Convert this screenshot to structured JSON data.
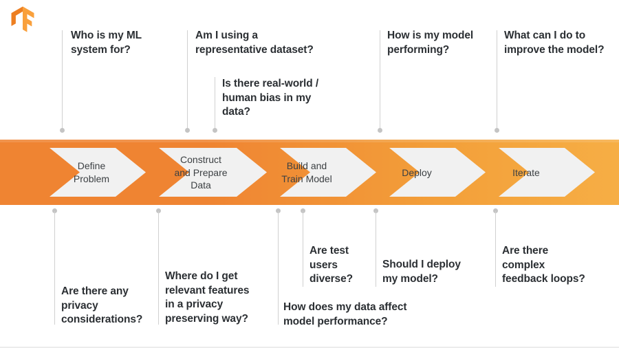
{
  "brand": {
    "logo_icon": "tensorflow-logo-icon",
    "accent_dark": "#ef8432",
    "accent_light": "#f6ae45",
    "chevron_fill": "#f1f1f1",
    "text_color": "#2b2f33",
    "connector_color": "#d0d0d0"
  },
  "pipeline": {
    "steps": [
      {
        "label": "Define\nProblem"
      },
      {
        "label": "Construct\nand Prepare\nData"
      },
      {
        "label": "Build and\nTrain Model"
      },
      {
        "label": "Deploy"
      },
      {
        "label": "Iterate"
      }
    ]
  },
  "questions_above": [
    {
      "text": "Who is my ML\nsystem for?"
    },
    {
      "text": "Am I using a\nrepresentative dataset?"
    },
    {
      "text": "Is there real-world /\nhuman bias in my\ndata?"
    },
    {
      "text": "How is my model\nperforming?"
    },
    {
      "text": "What can I do to\nimprove the model?"
    }
  ],
  "questions_below": [
    {
      "text": "Are there any\nprivacy\nconsiderations?"
    },
    {
      "text": "Where do I get\nrelevant features\nin a privacy\npreserving way?"
    },
    {
      "text": "How does my data affect\nmodel performance?"
    },
    {
      "text": "Are test\nusers\ndiverse?"
    },
    {
      "text": "Should I deploy\nmy model?"
    },
    {
      "text": "Are there\ncomplex\nfeedback loops?"
    }
  ]
}
